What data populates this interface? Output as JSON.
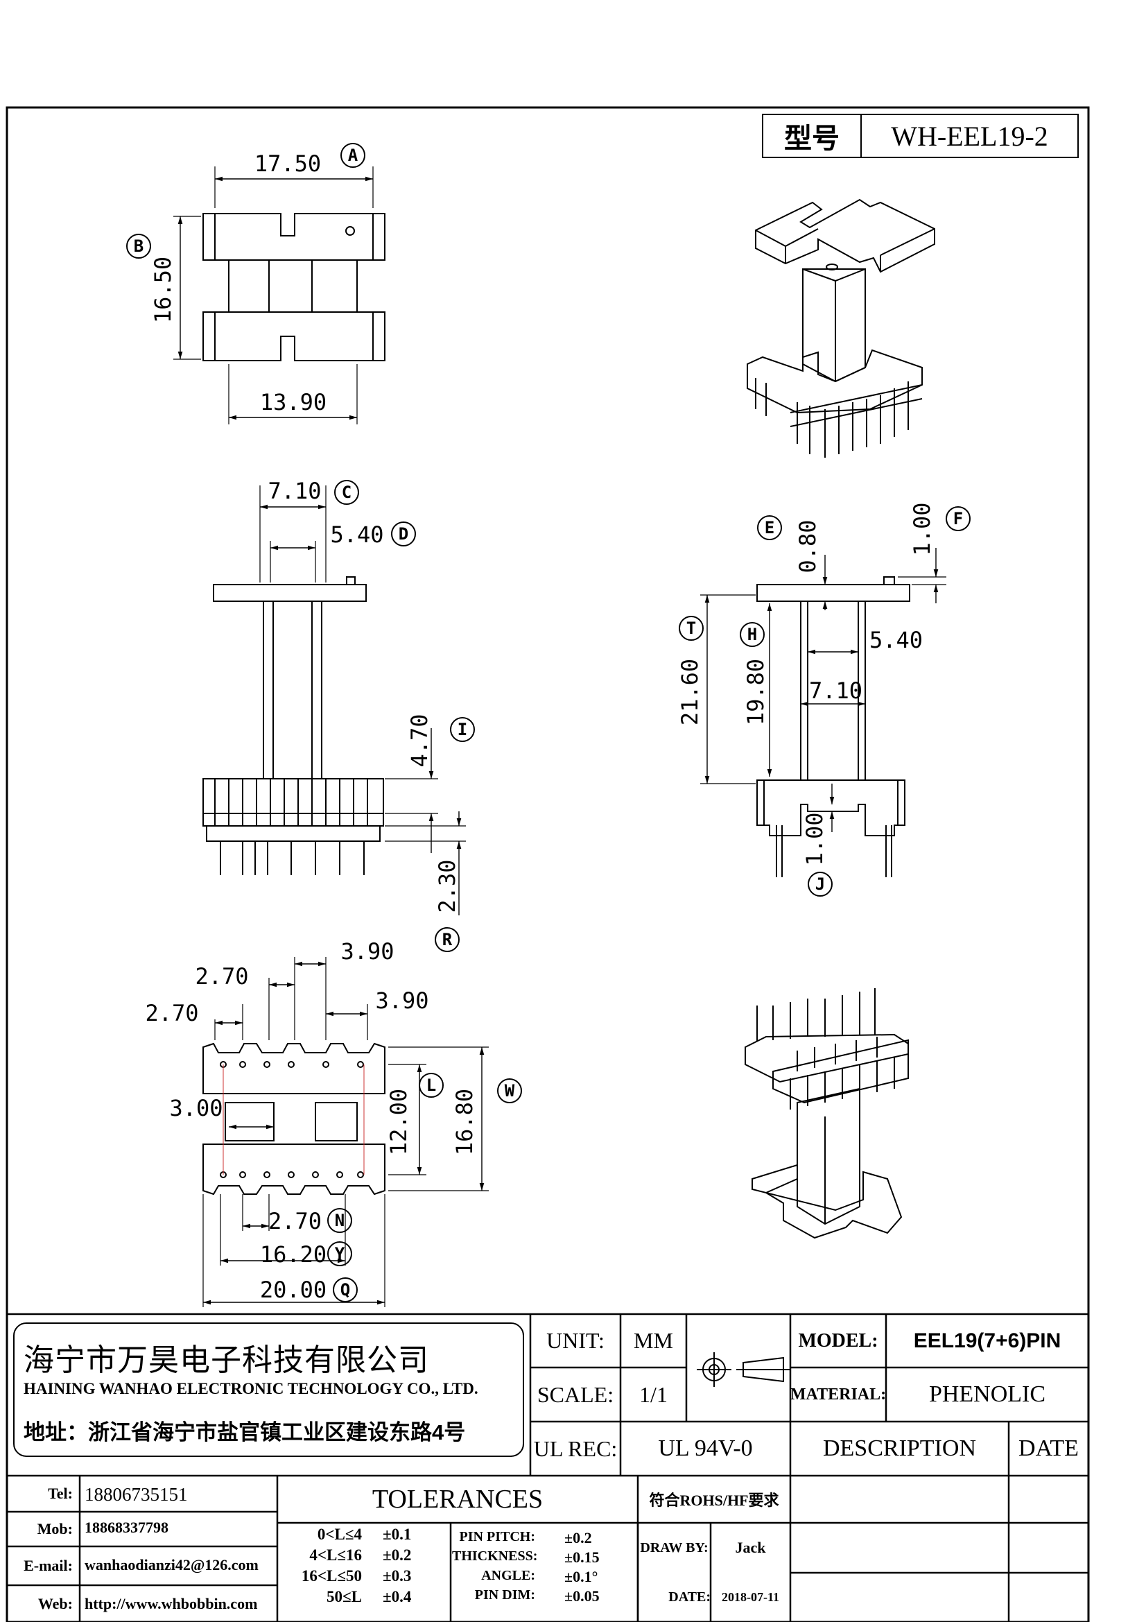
{
  "model_box": {
    "label": "型号",
    "value": "WH-EEL19-2"
  },
  "views": {
    "top": {
      "dim_a": "17.50",
      "dim_b": "16.50",
      "dim_bottom": "13.90",
      "tag_a": "A",
      "tag_b": "B"
    },
    "front": {
      "dim_c": "7.10",
      "dim_d": "5.40",
      "dim_i": "4.70",
      "dim_r": "2.30",
      "tag_c": "C",
      "tag_d": "D",
      "tag_i": "I",
      "tag_r": "R"
    },
    "side": {
      "dim_e": "0.80",
      "dim_f": "1.00",
      "dim_t": "21.60",
      "dim_h": "19.80",
      "dim_inner1": "5.40",
      "dim_inner2": "7.10",
      "dim_j": "1.00",
      "tag_e": "E",
      "tag_f": "F",
      "tag_t": "T",
      "tag_h": "H",
      "tag_j": "J"
    },
    "bottom": {
      "dim_390a": "3.90",
      "dim_270a": "2.70",
      "dim_270b": "2.70",
      "dim_390b": "3.90",
      "dim_300": "3.00",
      "dim_l": "12.00",
      "dim_w": "16.80",
      "dim_n": "2.70",
      "dim_y": "16.20",
      "dim_q": "20.00",
      "tag_l": "L",
      "tag_w": "W",
      "tag_n": "N",
      "tag_y": "Y",
      "tag_q": "Q"
    }
  },
  "title_block": {
    "company_cn": "海宁市万昊电子科技有限公司",
    "company_en": "HAINING WANHAO ELECTRONIC TECHNOLOGY CO., LTD.",
    "address": "地址：浙江省海宁市盐官镇工业区建设东路4号",
    "unit_label": "UNIT:",
    "unit_value": "MM",
    "scale_label": "SCALE:",
    "scale_value": "1/1",
    "ul_label": "UL REC:",
    "ul_value": "UL 94V-0",
    "model_label": "MODEL:",
    "model_value": "EEL19(7+6)PIN",
    "material_label": "MATERIAL:",
    "material_value": "PHENOLIC",
    "description_label": "DESCRIPTION",
    "date_label": "DATE",
    "contacts": [
      {
        "label": "Tel:",
        "value": "18806735151"
      },
      {
        "label": "Mob:",
        "value": "18868337798"
      },
      {
        "label": "E-mail:",
        "value": "wanhaodianzi42@126.com"
      },
      {
        "label": "Web:",
        "value": "http://www.whbobbin.com"
      }
    ],
    "tolerances_title": "TOLERANCES",
    "tolerances": [
      {
        "range": "0<L≤4",
        "value": "±0.1"
      },
      {
        "range": "4<L≤16",
        "value": "±0.2"
      },
      {
        "range": "16<L≤50",
        "value": "±0.3"
      },
      {
        "range": "50≤L",
        "value": "±0.4"
      }
    ],
    "pin_tolerances": [
      {
        "label": "PIN PITCH:",
        "value": "±0.2"
      },
      {
        "label": "THICKNESS:",
        "value": "±0.15"
      },
      {
        "label": "ANGLE:",
        "value": "±0.1°"
      },
      {
        "label": "PIN DIM:",
        "value": "±0.05"
      }
    ],
    "rohs": "符合ROHS/HF要求",
    "draw_by_label": "DRAW BY:",
    "draw_by_value": "Jack",
    "date_field_label": "DATE:",
    "date_field_value": "2018-07-11"
  }
}
